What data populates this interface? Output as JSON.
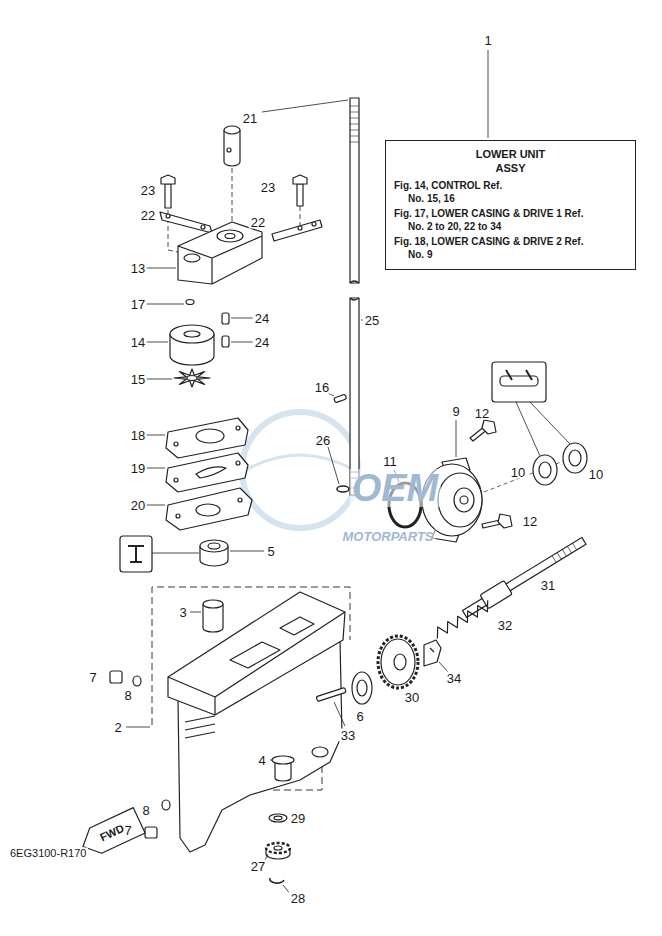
{
  "diagram": {
    "nodes": [
      {
        "text": [
          "LOWER UNIT",
          "ASSY",
          "Fig. 14, CONTROL Ref. No. 15, 16",
          "Fig. 17, LOWER CASING & DRIVE 1 Ref. No. 2 to 20, 22 to 34",
          "Fig. 18, LOWER CASING & DRIVE 2 Ref. No. 9"
        ]
      }
    ],
    "labels": [
      "1",
      "23",
      "21",
      "22",
      "23",
      "22",
      "13",
      "17",
      "24",
      "24",
      "25",
      "14",
      "15",
      "16",
      "12",
      "9",
      "10",
      "10",
      "18",
      "19",
      "26",
      "11",
      "12",
      "20",
      "5",
      "31",
      "3",
      "32",
      "34",
      "7",
      "8",
      "30",
      "6",
      "33",
      "2",
      "4",
      "29",
      "27",
      "28",
      "8",
      "7",
      "FWD",
      "6EG3100-R170",
      "OEM",
      "MOTORPARTS"
    ]
  }
}
